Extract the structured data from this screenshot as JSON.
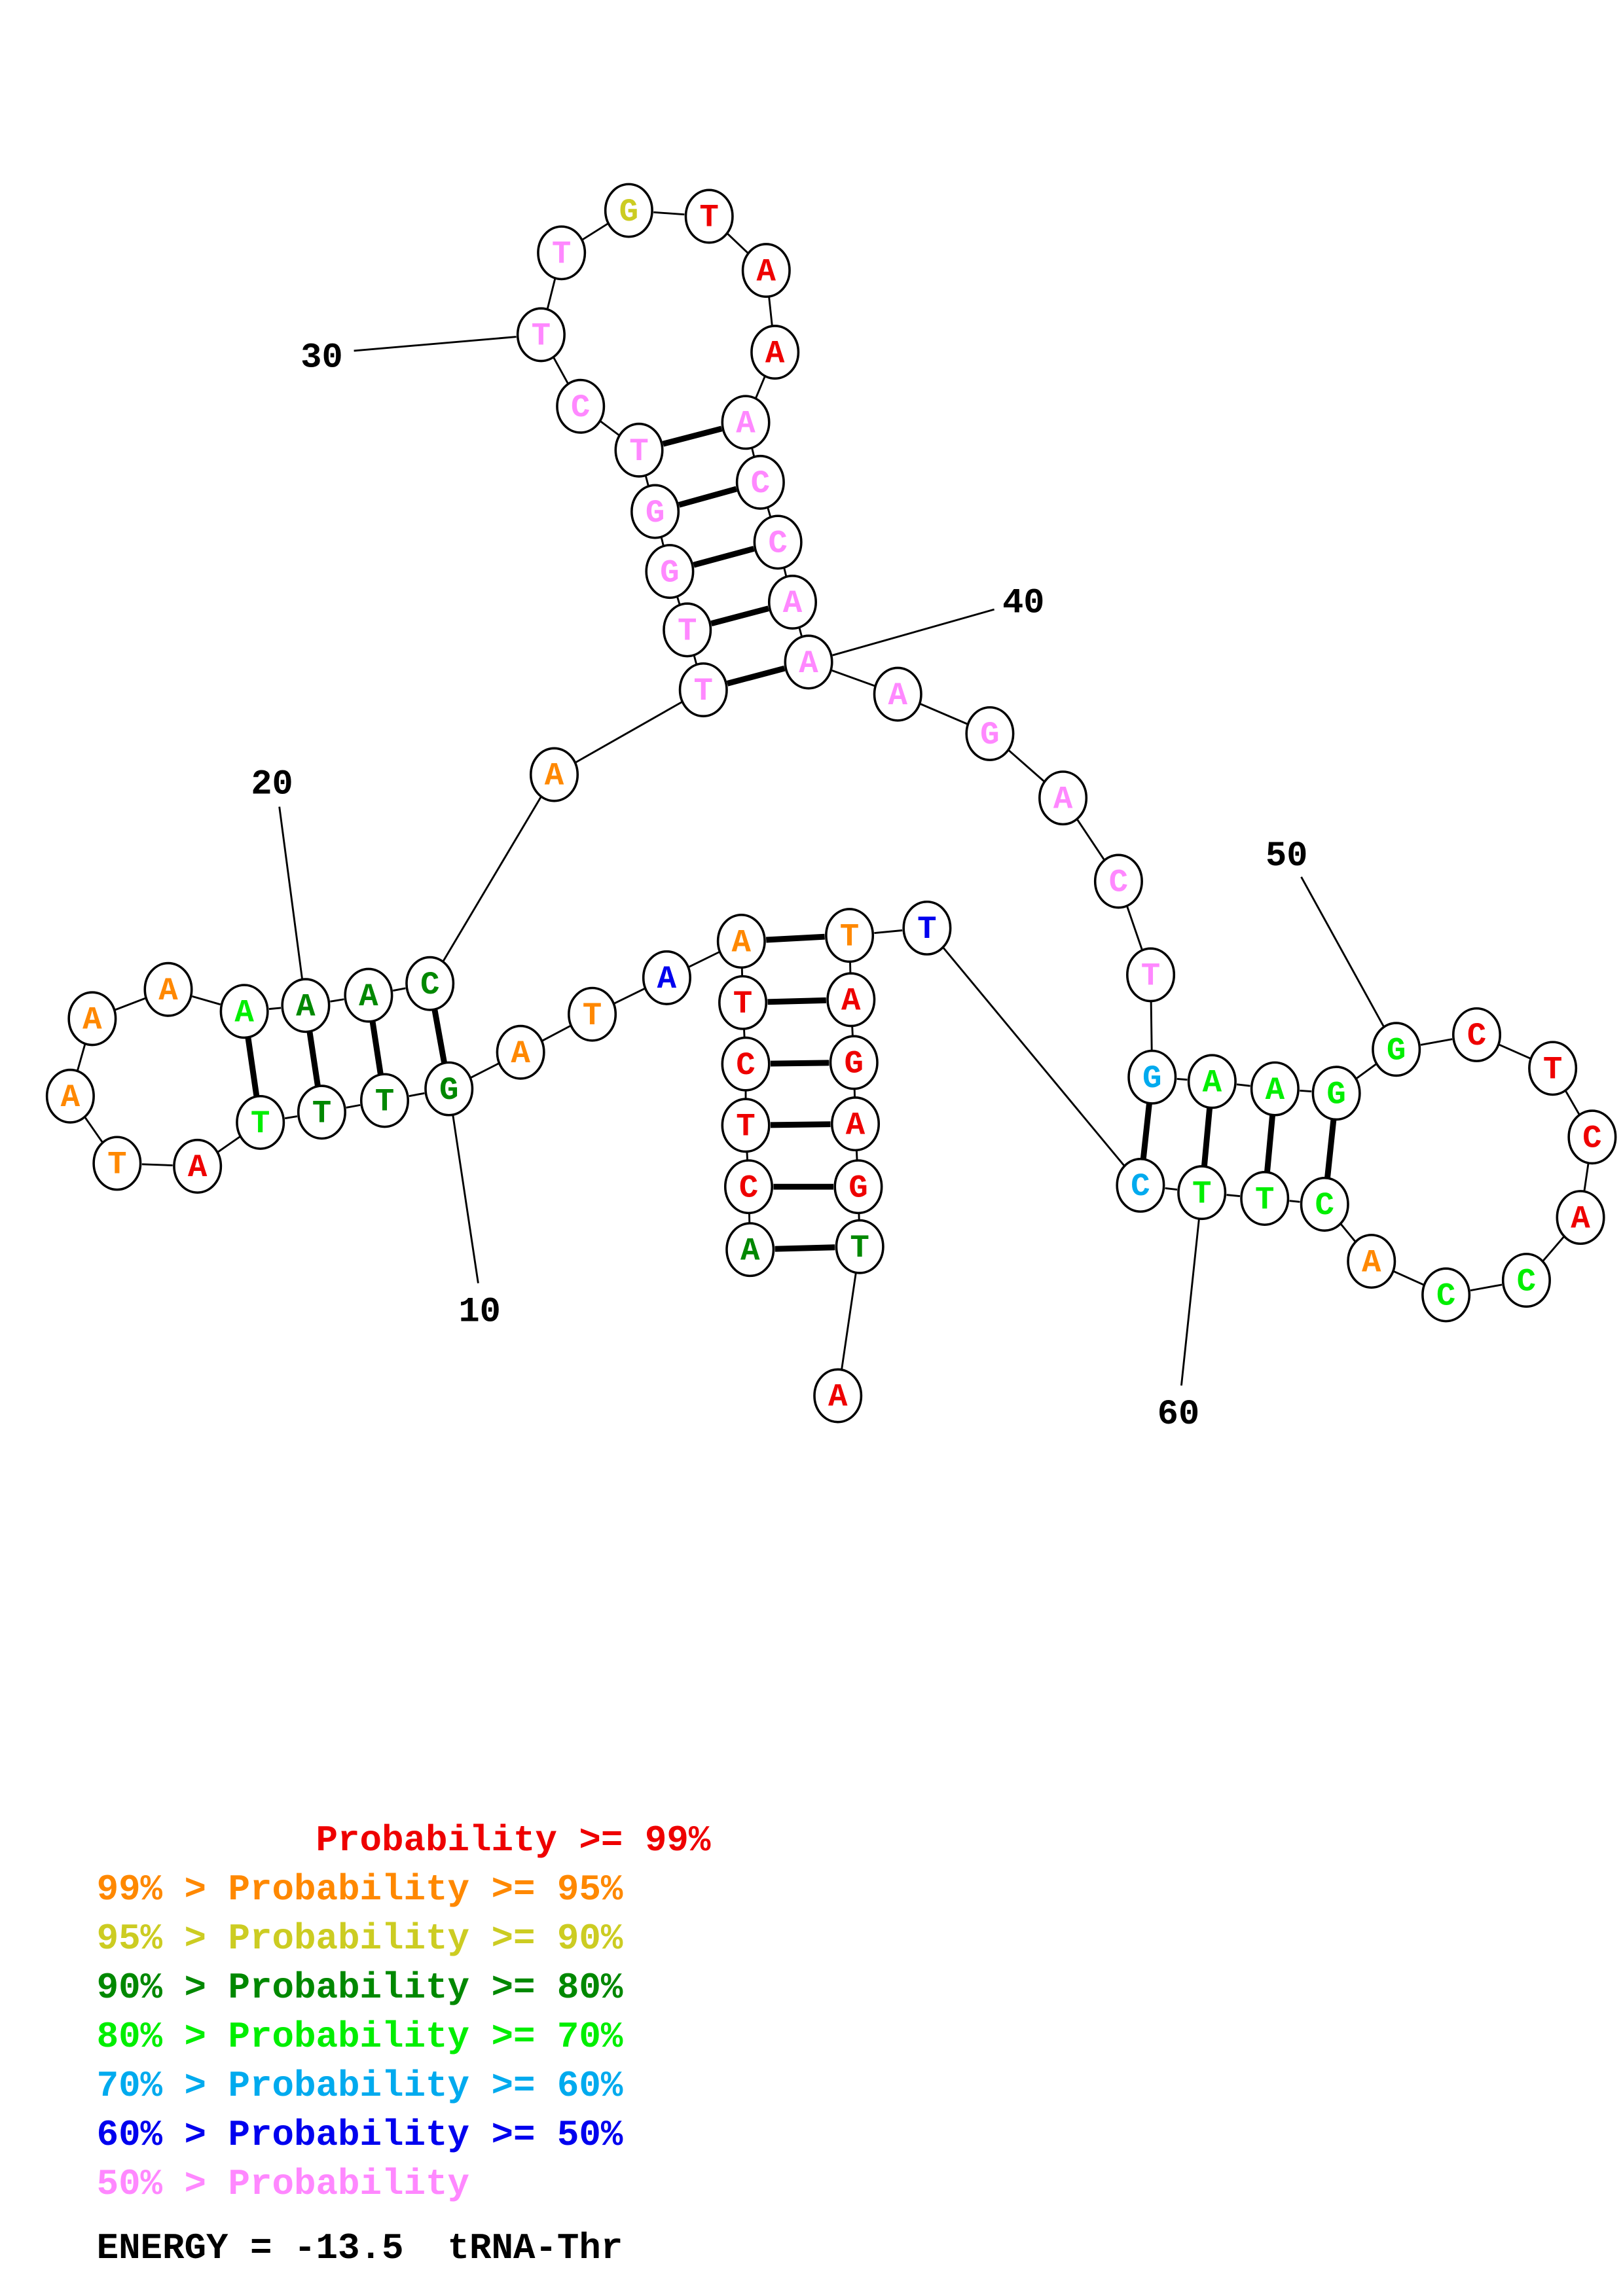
{
  "title": "tRNA-Thr",
  "energy_label": "ENERGY = -13.5  tRNA-Thr",
  "colors": {
    "p99": "#ee0000",
    "p95": "#ff8800",
    "p90": "#cccc22",
    "p80": "#008800",
    "p70": "#00ee00",
    "p60": "#00aaee",
    "p50": "#0000ee",
    "plow": "#ff88ff"
  },
  "sequence": [
    {
      "n": 1,
      "b": "A",
      "c": "p80"
    },
    {
      "n": 2,
      "b": "C",
      "c": "p99"
    },
    {
      "n": 3,
      "b": "T",
      "c": "p99"
    },
    {
      "n": 4,
      "b": "C",
      "c": "p99"
    },
    {
      "n": 5,
      "b": "T",
      "c": "p99"
    },
    {
      "n": 6,
      "b": "A",
      "c": "p95"
    },
    {
      "n": 7,
      "b": "A",
      "c": "p50"
    },
    {
      "n": 8,
      "b": "T",
      "c": "p95"
    },
    {
      "n": 9,
      "b": "A",
      "c": "p95"
    },
    {
      "n": 10,
      "b": "G",
      "c": "p80"
    },
    {
      "n": 11,
      "b": "T",
      "c": "p80"
    },
    {
      "n": 12,
      "b": "T",
      "c": "p80"
    },
    {
      "n": 13,
      "b": "T",
      "c": "p70"
    },
    {
      "n": 14,
      "b": "A",
      "c": "p99"
    },
    {
      "n": 15,
      "b": "T",
      "c": "p95"
    },
    {
      "n": 16,
      "b": "A",
      "c": "p95"
    },
    {
      "n": 17,
      "b": "A",
      "c": "p95"
    },
    {
      "n": 18,
      "b": "A",
      "c": "p95"
    },
    {
      "n": 19,
      "b": "A",
      "c": "p70"
    },
    {
      "n": 20,
      "b": "A",
      "c": "p80"
    },
    {
      "n": 21,
      "b": "A",
      "c": "p80"
    },
    {
      "n": 22,
      "b": "C",
      "c": "p80"
    },
    {
      "n": 23,
      "b": "A",
      "c": "p95"
    },
    {
      "n": 24,
      "b": "T",
      "c": "plow"
    },
    {
      "n": 25,
      "b": "T",
      "c": "plow"
    },
    {
      "n": 26,
      "b": "G",
      "c": "plow"
    },
    {
      "n": 27,
      "b": "G",
      "c": "plow"
    },
    {
      "n": 28,
      "b": "T",
      "c": "plow"
    },
    {
      "n": 29,
      "b": "C",
      "c": "plow"
    },
    {
      "n": 30,
      "b": "T",
      "c": "plow"
    },
    {
      "n": 31,
      "b": "T",
      "c": "plow"
    },
    {
      "n": 32,
      "b": "G",
      "c": "p90"
    },
    {
      "n": 33,
      "b": "T",
      "c": "p99"
    },
    {
      "n": 34,
      "b": "A",
      "c": "p99"
    },
    {
      "n": 35,
      "b": "A",
      "c": "p99"
    },
    {
      "n": 36,
      "b": "A",
      "c": "plow"
    },
    {
      "n": 37,
      "b": "C",
      "c": "plow"
    },
    {
      "n": 38,
      "b": "C",
      "c": "plow"
    },
    {
      "n": 39,
      "b": "A",
      "c": "plow"
    },
    {
      "n": 40,
      "b": "A",
      "c": "plow"
    },
    {
      "n": 41,
      "b": "A",
      "c": "plow"
    },
    {
      "n": 42,
      "b": "G",
      "c": "plow"
    },
    {
      "n": 43,
      "b": "A",
      "c": "plow"
    },
    {
      "n": 44,
      "b": "C",
      "c": "plow"
    },
    {
      "n": 45,
      "b": "T",
      "c": "plow"
    },
    {
      "n": 46,
      "b": "G",
      "c": "p60"
    },
    {
      "n": 47,
      "b": "A",
      "c": "p70"
    },
    {
      "n": 48,
      "b": "A",
      "c": "p70"
    },
    {
      "n": 49,
      "b": "G",
      "c": "p70"
    },
    {
      "n": 50,
      "b": "G",
      "c": "p70"
    },
    {
      "n": 51,
      "b": "C",
      "c": "p99"
    },
    {
      "n": 52,
      "b": "T",
      "c": "p99"
    },
    {
      "n": 53,
      "b": "C",
      "c": "p99"
    },
    {
      "n": 54,
      "b": "A",
      "c": "p99"
    },
    {
      "n": 55,
      "b": "C",
      "c": "p70"
    },
    {
      "n": 56,
      "b": "C",
      "c": "p70"
    },
    {
      "n": 57,
      "b": "A",
      "c": "p95"
    },
    {
      "n": 58,
      "b": "C",
      "c": "p70"
    },
    {
      "n": 59,
      "b": "T",
      "c": "p70"
    },
    {
      "n": 60,
      "b": "T",
      "c": "p70"
    },
    {
      "n": 61,
      "b": "C",
      "c": "p60"
    },
    {
      "n": 62,
      "b": "T",
      "c": "p50"
    },
    {
      "n": 63,
      "b": "T",
      "c": "p95"
    },
    {
      "n": 64,
      "b": "A",
      "c": "p99"
    },
    {
      "n": 65,
      "b": "G",
      "c": "p99"
    },
    {
      "n": 66,
      "b": "A",
      "c": "p99"
    },
    {
      "n": 67,
      "b": "G",
      "c": "p99"
    },
    {
      "n": 68,
      "b": "T",
      "c": "p80"
    },
    {
      "n": 69,
      "b": "A",
      "c": "p99"
    }
  ],
  "pairs": [
    [
      1,
      68
    ],
    [
      2,
      67
    ],
    [
      3,
      66
    ],
    [
      4,
      65
    ],
    [
      5,
      64
    ],
    [
      6,
      63
    ],
    [
      10,
      22
    ],
    [
      11,
      21
    ],
    [
      12,
      20
    ],
    [
      13,
      19
    ],
    [
      24,
      40
    ],
    [
      25,
      39
    ],
    [
      26,
      38
    ],
    [
      27,
      37
    ],
    [
      28,
      36
    ],
    [
      46,
      61
    ],
    [
      47,
      60
    ],
    [
      48,
      59
    ],
    [
      49,
      58
    ]
  ],
  "position_labels": [
    "10",
    "20",
    "30",
    "40",
    "50",
    "60"
  ],
  "legend": [
    {
      "text": "          Probability >= 99%",
      "c": "p99"
    },
    {
      "text": "99% > Probability >= 95%",
      "c": "p95"
    },
    {
      "text": "95% > Probability >= 90%",
      "c": "p90"
    },
    {
      "text": "90% > Probability >= 80%",
      "c": "p80"
    },
    {
      "text": "80% > Probability >= 70%",
      "c": "p70"
    },
    {
      "text": "70% > Probability >= 60%",
      "c": "p60"
    },
    {
      "text": "60% > Probability >= 50%",
      "c": "p50"
    },
    {
      "text": "50% > Probability",
      "c": "plow"
    }
  ]
}
